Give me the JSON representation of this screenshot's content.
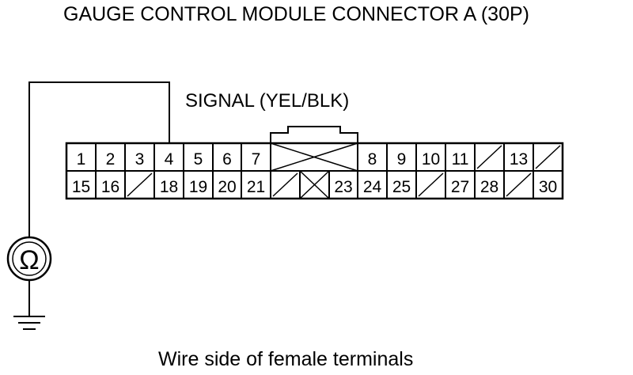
{
  "title": "GAUGE CONTROL MODULE CONNECTOR A (30P)",
  "signal_label": "SIGNAL (YEL/BLK)",
  "caption": "Wire side of female terminals",
  "meter_symbol": "Ω",
  "icons": {
    "meter": "ohmmeter-icon",
    "ground": "ground-icon"
  },
  "connector": {
    "top_row": [
      "1",
      "2",
      "3",
      "4",
      "5",
      "6",
      "7",
      "",
      "8",
      "9",
      "10",
      "11",
      "",
      "13",
      ""
    ],
    "bottom_row": [
      "15",
      "16",
      "",
      "18",
      "19",
      "20",
      "21",
      "",
      "",
      "23",
      "24",
      "25",
      "",
      "27",
      "28",
      "",
      "30"
    ],
    "probed_terminal": "4"
  }
}
